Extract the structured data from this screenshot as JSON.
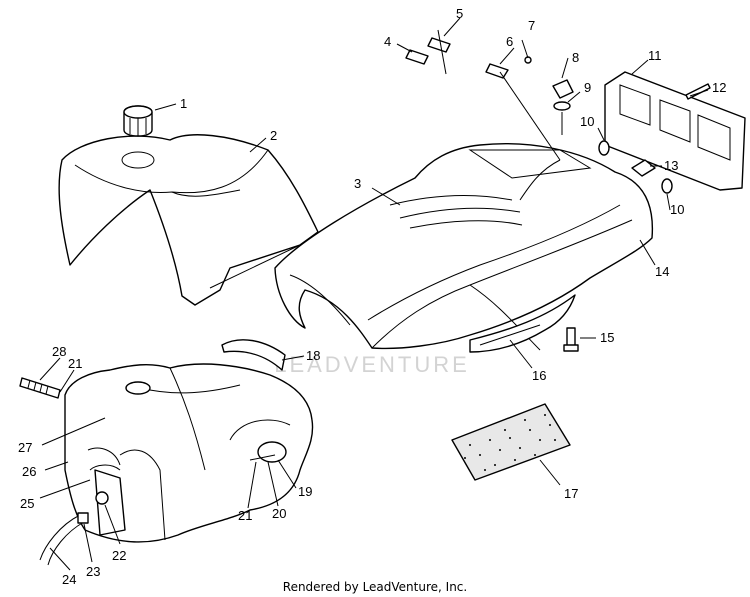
{
  "watermark": {
    "text": "LEADVENTURE"
  },
  "footer": {
    "text": "Rendered by LeadVenture, Inc."
  },
  "callouts": [
    "1",
    "2",
    "3",
    "4",
    "5",
    "6",
    "7",
    "8",
    "9",
    "10",
    "10",
    "11",
    "12",
    "13",
    "14",
    "15",
    "16",
    "17",
    "18",
    "19",
    "20",
    "21",
    "21",
    "22",
    "23",
    "24",
    "25",
    "26",
    "27",
    "28"
  ]
}
